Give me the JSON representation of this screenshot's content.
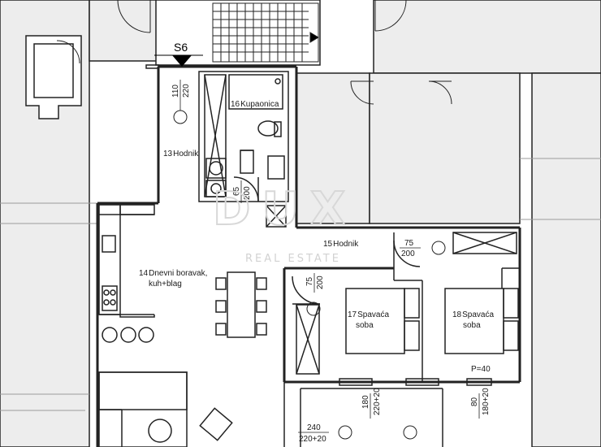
{
  "section_marker": "S6",
  "rooms": {
    "r13": {
      "number": "13",
      "name": "Hodnik"
    },
    "r14": {
      "number": "14",
      "name": "Dnevni boravak,",
      "name2": "kuh+blag"
    },
    "r15": {
      "number": "15",
      "name": "Hodnik"
    },
    "r16": {
      "number": "16",
      "name": "Kupaonica"
    },
    "r17": {
      "number": "17",
      "name": "Spavaća",
      "name2": "soba"
    },
    "r18": {
      "number": "18",
      "name": "Spavaća",
      "name2": "soba"
    }
  },
  "dimensions": {
    "d_110": "110",
    "d_220": "220",
    "d_65": "65",
    "d_200a": "200",
    "d_75a": "75",
    "d_200b": "200",
    "d_75b": "75",
    "d_200c": "200",
    "d_180": "180",
    "d_220_20a": "220+20",
    "d_240": "240",
    "d_220_20b": "220+20",
    "d_80": "80",
    "d_180_20": "180+20",
    "d_p40": "P=40"
  },
  "watermark": {
    "brand": "DUX",
    "subtitle": "REAL ESTATE"
  },
  "colors": {
    "wall_fill": "#ededed",
    "wall_stroke": "#222222",
    "watermark": "#d8d8d8"
  }
}
